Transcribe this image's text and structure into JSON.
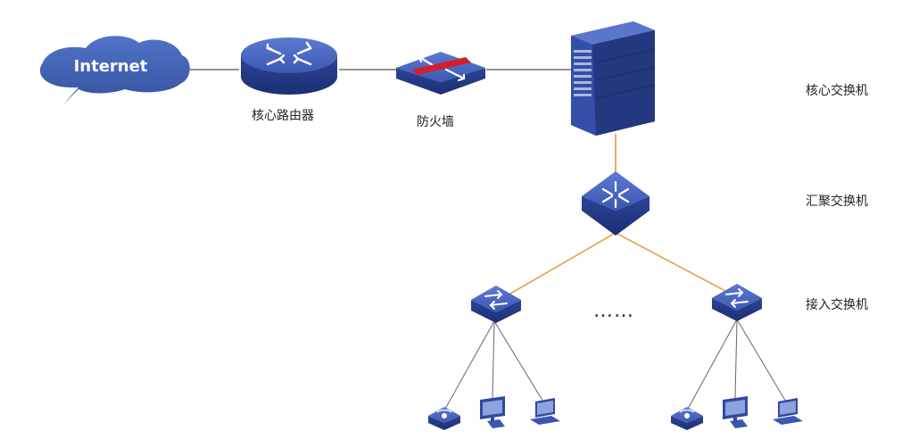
{
  "nodes": {
    "internet": {
      "label": "Internet",
      "icon": "cloud-icon"
    },
    "core_router": {
      "label": "核心路由器",
      "icon": "router-icon"
    },
    "firewall": {
      "label": "防火墙",
      "icon": "firewall-icon"
    },
    "core_switch": {
      "icon": "rack-server-icon"
    },
    "aggregation_switch": {
      "icon": "switch-icon"
    },
    "access_switches": [
      {
        "icon": "access-switch-icon",
        "endpoints": [
          "wireless-ap-icon",
          "desktop-pc-icon",
          "laptop-icon"
        ]
      },
      {
        "icon": "access-switch-icon",
        "endpoints": [
          "wireless-ap-icon",
          "desktop-pc-icon",
          "laptop-icon"
        ]
      }
    ]
  },
  "layers": {
    "core": "核心交换机",
    "aggregation": "汇聚交换机",
    "access": "接入交换机"
  },
  "ellipsis": "……",
  "colors": {
    "device_blue": "#2f4a9e",
    "device_light": "#4e6bc4",
    "cloud_blue": "#3f62b6",
    "copper_link": "#e8a24a",
    "gray_link": "#555555",
    "firewall_red": "#d21f2a"
  }
}
